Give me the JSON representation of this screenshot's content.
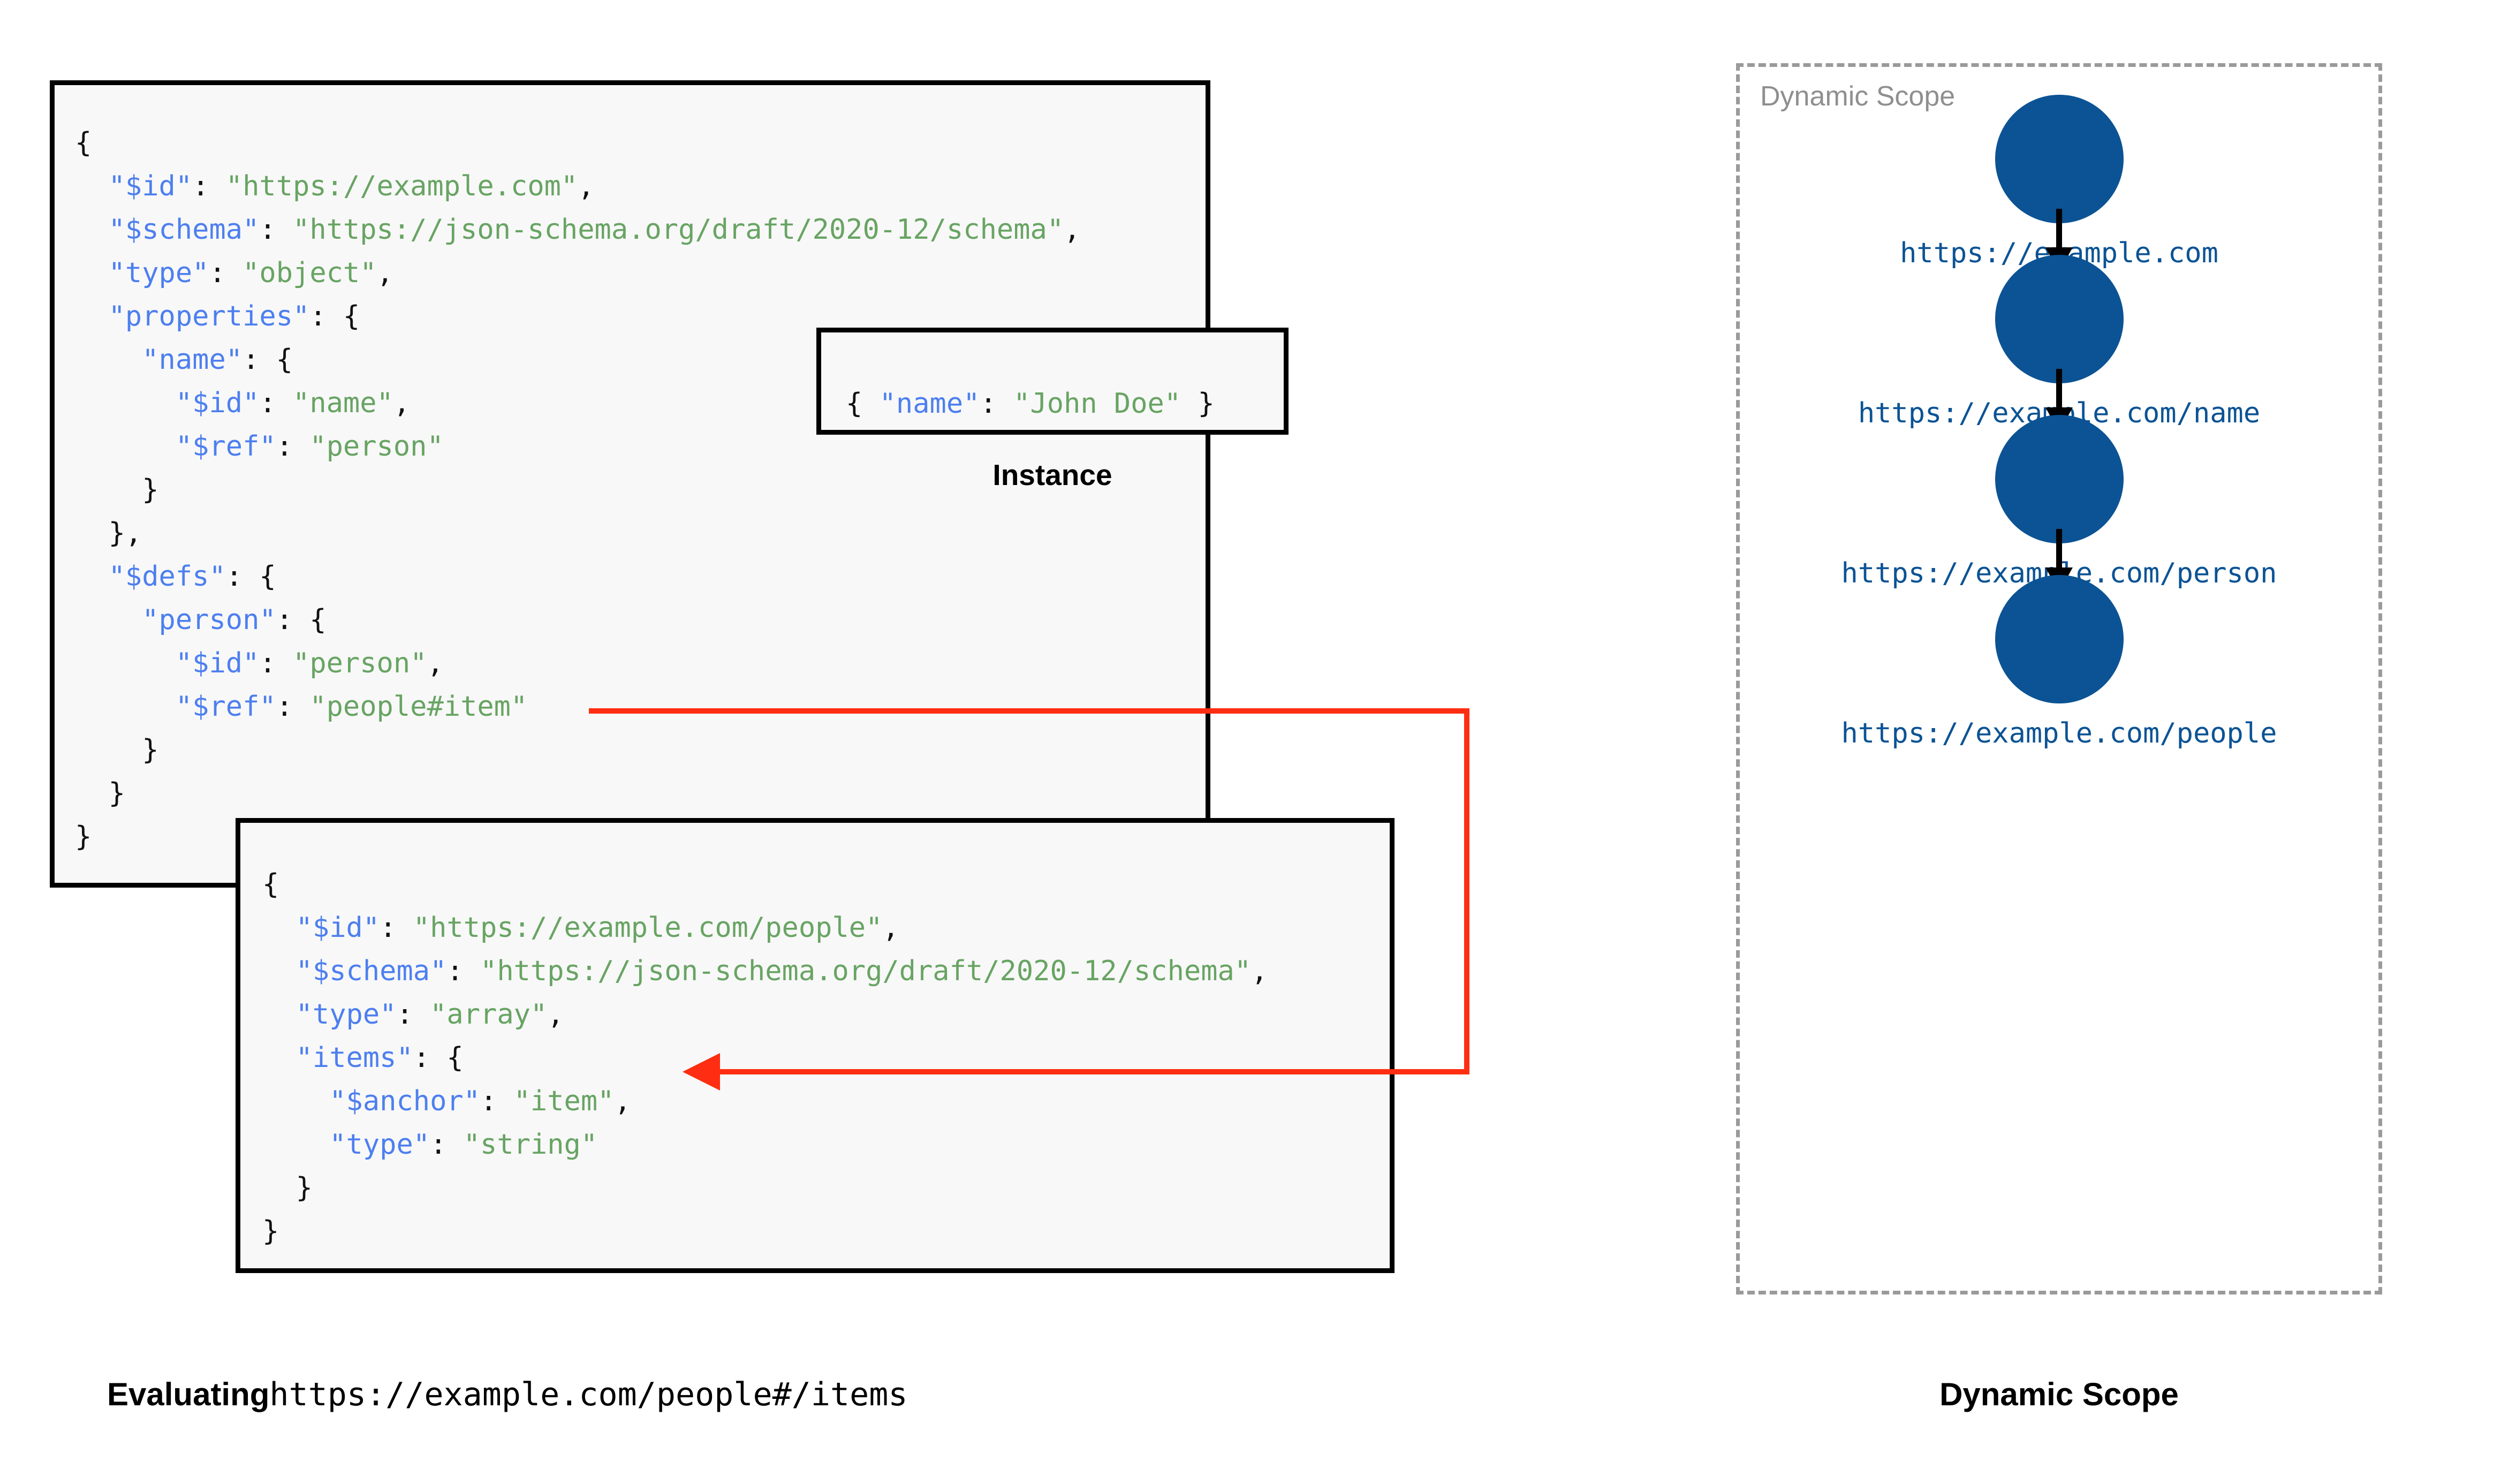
{
  "colors": {
    "key": "#4d7fef",
    "string": "#68a463",
    "punctuation": "#111111",
    "node_blue": "#0b5394",
    "ref_arrow_red": "#ff2d12",
    "scope_border_gray": "#9a9a9a",
    "code_background": "#f8f8f8",
    "box_border": "#000000"
  },
  "schema_root": {
    "name": "root-schema",
    "lines": [
      {
        "indent": 0,
        "parts": [
          {
            "t": "{",
            "c": "p"
          }
        ]
      },
      {
        "indent": 1,
        "parts": [
          {
            "t": "\"$id\"",
            "c": "k"
          },
          {
            "t": ": ",
            "c": "p"
          },
          {
            "t": "\"https://example.com\"",
            "c": "s"
          },
          {
            "t": ",",
            "c": "p"
          }
        ]
      },
      {
        "indent": 1,
        "parts": [
          {
            "t": "\"$schema\"",
            "c": "k"
          },
          {
            "t": ": ",
            "c": "p"
          },
          {
            "t": "\"https://json-schema.org/draft/2020-12/schema\"",
            "c": "s"
          },
          {
            "t": ",",
            "c": "p"
          }
        ]
      },
      {
        "indent": 1,
        "parts": [
          {
            "t": "\"type\"",
            "c": "k"
          },
          {
            "t": ": ",
            "c": "p"
          },
          {
            "t": "\"object\"",
            "c": "s"
          },
          {
            "t": ",",
            "c": "p"
          }
        ]
      },
      {
        "indent": 1,
        "parts": [
          {
            "t": "\"properties\"",
            "c": "k"
          },
          {
            "t": ": {",
            "c": "p"
          }
        ]
      },
      {
        "indent": 2,
        "parts": [
          {
            "t": "\"name\"",
            "c": "k"
          },
          {
            "t": ": {",
            "c": "p"
          }
        ]
      },
      {
        "indent": 3,
        "parts": [
          {
            "t": "\"$id\"",
            "c": "k"
          },
          {
            "t": ": ",
            "c": "p"
          },
          {
            "t": "\"name\"",
            "c": "s"
          },
          {
            "t": ",",
            "c": "p"
          }
        ]
      },
      {
        "indent": 3,
        "parts": [
          {
            "t": "\"$ref\"",
            "c": "k"
          },
          {
            "t": ": ",
            "c": "p"
          },
          {
            "t": "\"person\"",
            "c": "s"
          }
        ]
      },
      {
        "indent": 2,
        "parts": [
          {
            "t": "}",
            "c": "p"
          }
        ]
      },
      {
        "indent": 1,
        "parts": [
          {
            "t": "},",
            "c": "p"
          }
        ]
      },
      {
        "indent": 1,
        "parts": [
          {
            "t": "\"$defs\"",
            "c": "k"
          },
          {
            "t": ": {",
            "c": "p"
          }
        ]
      },
      {
        "indent": 2,
        "parts": [
          {
            "t": "\"person\"",
            "c": "k"
          },
          {
            "t": ": {",
            "c": "p"
          }
        ]
      },
      {
        "indent": 3,
        "parts": [
          {
            "t": "\"$id\"",
            "c": "k"
          },
          {
            "t": ": ",
            "c": "p"
          },
          {
            "t": "\"person\"",
            "c": "s"
          },
          {
            "t": ",",
            "c": "p"
          }
        ]
      },
      {
        "indent": 3,
        "parts": [
          {
            "t": "\"$ref\"",
            "c": "k"
          },
          {
            "t": ": ",
            "c": "p"
          },
          {
            "t": "\"people#item\"",
            "c": "s"
          }
        ]
      },
      {
        "indent": 2,
        "parts": [
          {
            "t": "}",
            "c": "p"
          }
        ]
      },
      {
        "indent": 1,
        "parts": [
          {
            "t": "}",
            "c": "p"
          }
        ]
      },
      {
        "indent": 0,
        "parts": [
          {
            "t": "}",
            "c": "p"
          }
        ]
      }
    ]
  },
  "instance": {
    "name": "instance-document",
    "label": "Instance",
    "lines": [
      {
        "indent": 0,
        "parts": [
          {
            "t": "{ ",
            "c": "p"
          },
          {
            "t": "\"name\"",
            "c": "k"
          },
          {
            "t": ": ",
            "c": "p"
          },
          {
            "t": "\"John Doe\"",
            "c": "s"
          },
          {
            "t": " }",
            "c": "p"
          }
        ]
      }
    ]
  },
  "schema_people": {
    "name": "people-schema",
    "lines": [
      {
        "indent": 0,
        "parts": [
          {
            "t": "{",
            "c": "p"
          }
        ]
      },
      {
        "indent": 1,
        "parts": [
          {
            "t": "\"$id\"",
            "c": "k"
          },
          {
            "t": ": ",
            "c": "p"
          },
          {
            "t": "\"https://example.com/people\"",
            "c": "s"
          },
          {
            "t": ",",
            "c": "p"
          }
        ]
      },
      {
        "indent": 1,
        "parts": [
          {
            "t": "\"$schema\"",
            "c": "k"
          },
          {
            "t": ": ",
            "c": "p"
          },
          {
            "t": "\"https://json-schema.org/draft/2020-12/schema\"",
            "c": "s"
          },
          {
            "t": ",",
            "c": "p"
          }
        ]
      },
      {
        "indent": 1,
        "parts": [
          {
            "t": "\"type\"",
            "c": "k"
          },
          {
            "t": ": ",
            "c": "p"
          },
          {
            "t": "\"array\"",
            "c": "s"
          },
          {
            "t": ",",
            "c": "p"
          }
        ]
      },
      {
        "indent": 1,
        "parts": [
          {
            "t": "\"items\"",
            "c": "k"
          },
          {
            "t": ": {",
            "c": "p"
          }
        ]
      },
      {
        "indent": 2,
        "parts": [
          {
            "t": "\"$anchor\"",
            "c": "k"
          },
          {
            "t": ": ",
            "c": "p"
          },
          {
            "t": "\"item\"",
            "c": "s"
          },
          {
            "t": ",",
            "c": "p"
          }
        ]
      },
      {
        "indent": 2,
        "parts": [
          {
            "t": "\"type\"",
            "c": "k"
          },
          {
            "t": ": ",
            "c": "p"
          },
          {
            "t": "\"string\"",
            "c": "s"
          }
        ]
      },
      {
        "indent": 1,
        "parts": [
          {
            "t": "}",
            "c": "p"
          }
        ]
      },
      {
        "indent": 0,
        "parts": [
          {
            "t": "}",
            "c": "p"
          }
        ]
      }
    ]
  },
  "reference_arrow": {
    "from": "\"$ref\": \"people#item\"",
    "to": "\"$anchor\": \"item\"",
    "color": "#ff2d12"
  },
  "dynamic_scope": {
    "panel_label": "Dynamic Scope",
    "nodes": [
      {
        "label": "https://example.com"
      },
      {
        "label": "https://example.com/name"
      },
      {
        "label": "https://example.com/person"
      },
      {
        "label": "https://example.com/people"
      }
    ]
  },
  "captions": {
    "left_bold": "Evaluating",
    "left_mono": "https://example.com/people#/items",
    "right": "Dynamic Scope"
  }
}
